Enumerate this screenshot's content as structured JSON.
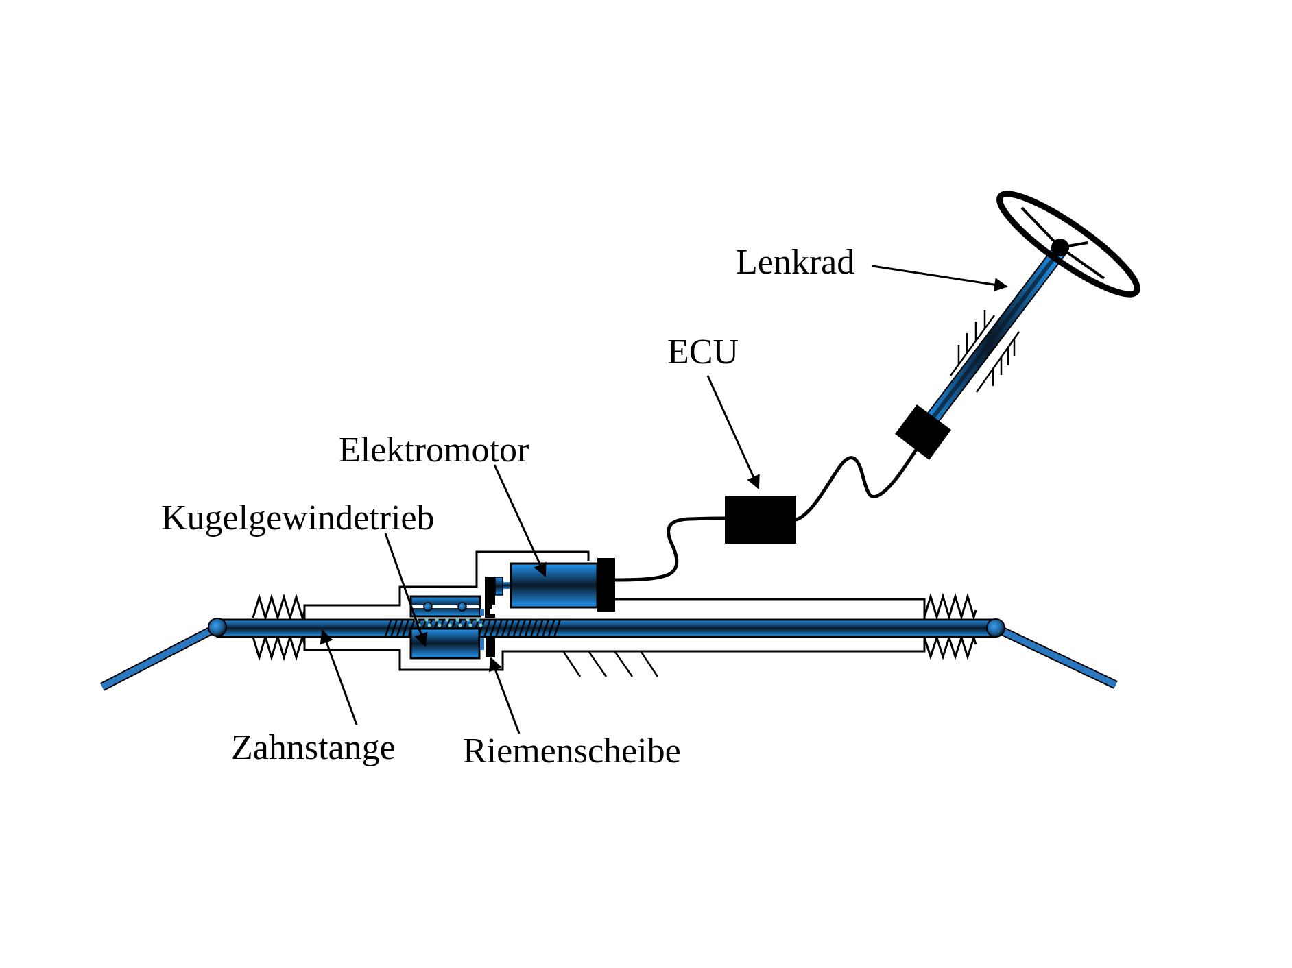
{
  "title": "Elektromechanische Lenkung (Kugelgewindetrieb mit achsparallelem Elektromotor)",
  "colors": {
    "component_light": "#2196f3",
    "component_dark": "#0a1a2a",
    "ball_fill": "#7ecfd0",
    "line": "#000000",
    "background": "#ffffff"
  },
  "labels": {
    "lenkrad": "Lenkrad",
    "ecu": "ECU",
    "elektromotor": "Elektromotor",
    "kugelgewindetrieb": "Kugelgewindetrieb",
    "zahnstange": "Zahnstange",
    "riemenscheibe": "Riemenscheibe"
  },
  "components": [
    {
      "id": "steering-wheel",
      "label_ref": "lenkrad"
    },
    {
      "id": "steering-column",
      "label_ref": null
    },
    {
      "id": "torque-sensor",
      "label_ref": null
    },
    {
      "id": "ecu-box",
      "label_ref": "ecu"
    },
    {
      "id": "electric-motor",
      "label_ref": "elektromotor"
    },
    {
      "id": "ball-screw-nut",
      "label_ref": "kugelgewindetrieb"
    },
    {
      "id": "toothed-rack",
      "label_ref": "zahnstange"
    },
    {
      "id": "belt-pulley",
      "label_ref": "riemenscheibe"
    },
    {
      "id": "tie-rod-left",
      "label_ref": null
    },
    {
      "id": "tie-rod-right",
      "label_ref": null
    },
    {
      "id": "bellows-left",
      "label_ref": null
    },
    {
      "id": "bellows-right",
      "label_ref": null
    }
  ]
}
